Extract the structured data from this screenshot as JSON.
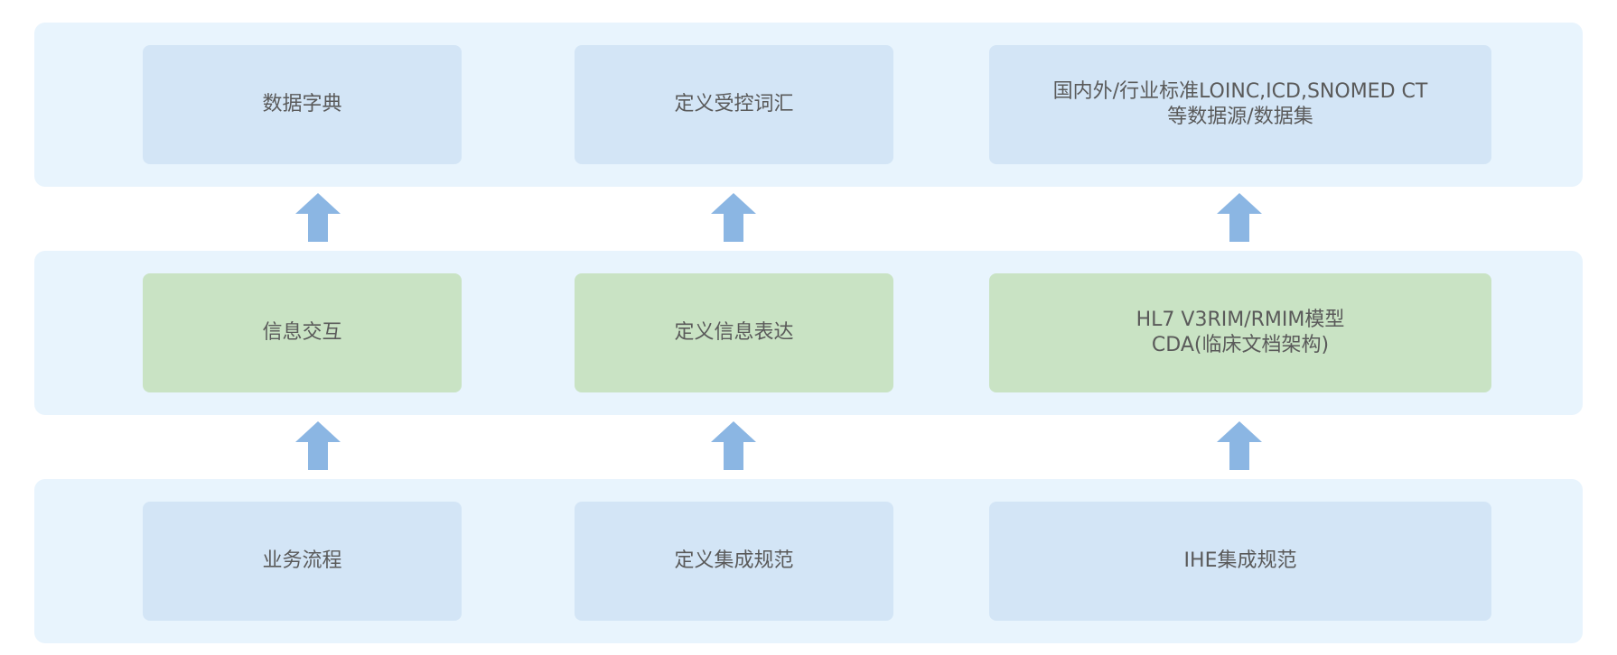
{
  "colors": {
    "layer_background": "#e8f4fd",
    "box_blue": "#d3e5f6",
    "box_green": "#c9e3c4",
    "arrow": "#8bb6e3",
    "text": "#5a5a5a"
  },
  "layers": {
    "top": {
      "boxes": [
        {
          "lines": [
            "数据字典"
          ]
        },
        {
          "lines": [
            "定义受控词汇"
          ]
        },
        {
          "lines": [
            "国内外/行业标准LOINC,ICD,SNOMED CT",
            "等数据源/数据集"
          ]
        }
      ]
    },
    "middle": {
      "boxes": [
        {
          "lines": [
            "信息交互"
          ]
        },
        {
          "lines": [
            "定义信息表达"
          ]
        },
        {
          "lines": [
            "HL7 V3RIM/RMIM模型",
            "CDA(临床文档架构)"
          ]
        }
      ]
    },
    "bottom": {
      "boxes": [
        {
          "lines": [
            "业务流程"
          ]
        },
        {
          "lines": [
            "定义集成规范"
          ]
        },
        {
          "lines": [
            "IHE集成规范"
          ]
        }
      ]
    }
  },
  "arrows": {
    "icon": "up-arrow-icon",
    "direction": "up"
  }
}
